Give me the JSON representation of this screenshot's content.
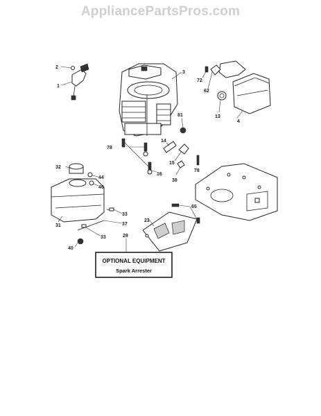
{
  "watermark": "AppliancePartsPros.com",
  "callouts": {
    "c2": "2",
    "c1": "1",
    "c3": "3",
    "c72": "72",
    "c62": "62",
    "c13": "13",
    "c4": "4",
    "c81": "81",
    "c78a": "78",
    "c14": "14",
    "c15": "15",
    "c78b": "78",
    "c16": "16",
    "c38": "38",
    "c32": "32",
    "c44": "44",
    "c46": "46",
    "c33a": "33",
    "c37": "37",
    "c31": "31",
    "c33b": "33",
    "c40": "40",
    "c29": "29",
    "c23": "23",
    "c65": "65"
  },
  "optional_box": {
    "title": "OPTIONAL EQUIPMENT",
    "subtitle": "Spark Arrester"
  }
}
